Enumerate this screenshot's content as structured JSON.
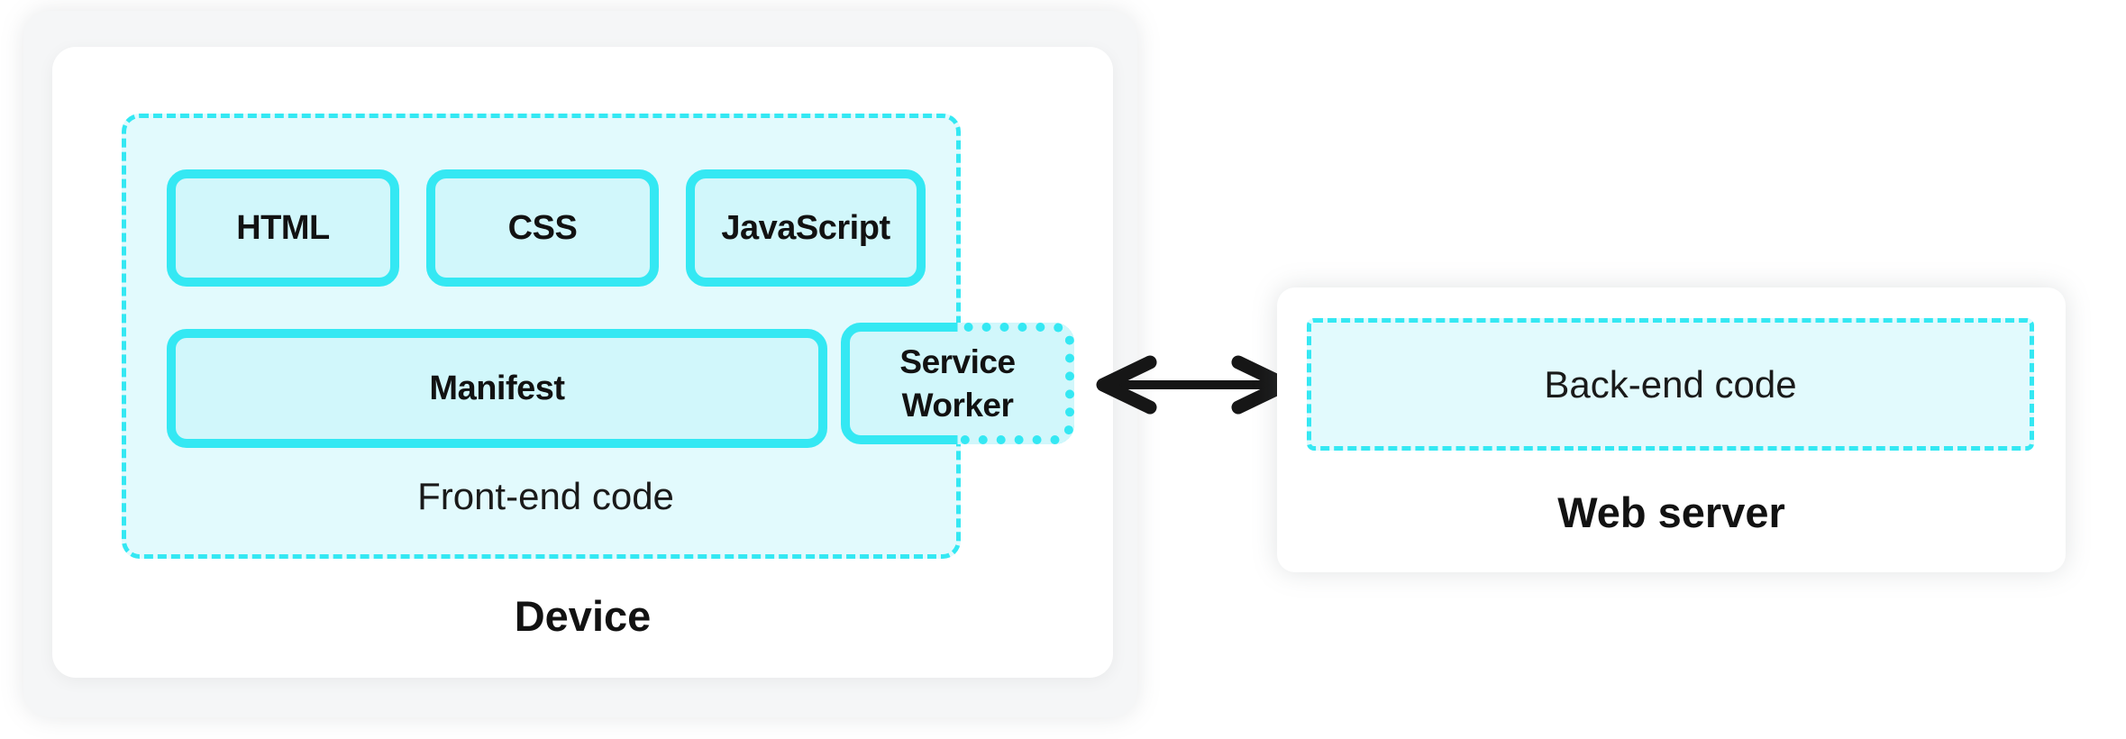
{
  "colors": {
    "accent": "#34E8F3",
    "fillLight": "#E2FAFD",
    "fillBox": "#D1F7FB",
    "cardBg": "#FFFFFF",
    "backdrop": "#F5F6F7",
    "arrow": "#161616",
    "text": "#121212"
  },
  "device": {
    "label": "Device",
    "frontend": {
      "label": "Front-end code",
      "boxes": [
        "HTML",
        "CSS",
        "JavaScript",
        "Manifest"
      ],
      "service_worker": "Service Worker"
    }
  },
  "web_server": {
    "label": "Web server",
    "backend": "Back-end code"
  }
}
